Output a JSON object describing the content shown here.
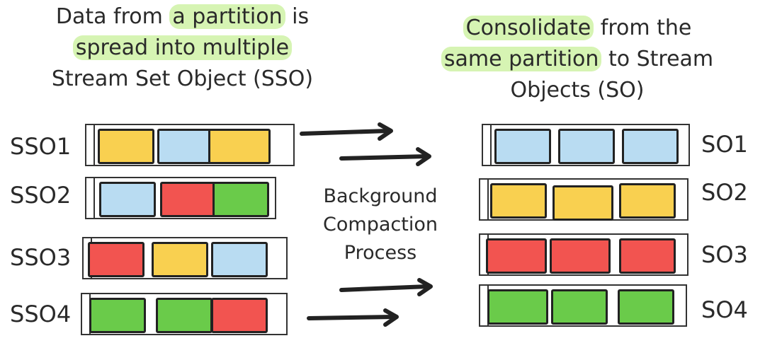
{
  "left_caption": {
    "line1_prefix": "Data from ",
    "line1_highlight": "a partition",
    "line1_suffix": " is",
    "line2_highlight": "spread into multiple",
    "line3": "Stream Set Object (SSO)"
  },
  "right_caption": {
    "line1_highlight": "Consolidate",
    "line1_suffix": " from the",
    "line2_highlight": "same partition",
    "line2_suffix": " to Stream",
    "line3": "Objects (SO)"
  },
  "middle_label": {
    "line1": "Background",
    "line2": "Compaction",
    "line3": "Process"
  },
  "colors": {
    "yellow": "#f9d050",
    "blue": "#b9dcf2",
    "red": "#f25450",
    "green": "#6acb4a",
    "highlight": "#d6f4b3"
  },
  "left_rows": [
    {
      "label": "SSO1",
      "blocks": [
        "yellow",
        "blue",
        "yellow"
      ]
    },
    {
      "label": "SSO2",
      "blocks": [
        "blue",
        "red",
        "green"
      ]
    },
    {
      "label": "SSO3",
      "blocks": [
        "red",
        "yellow",
        "blue"
      ]
    },
    {
      "label": "SSO4",
      "blocks": [
        "green",
        "green",
        "red"
      ]
    }
  ],
  "right_rows": [
    {
      "label": "SO1",
      "blocks": [
        "blue",
        "blue",
        "blue"
      ]
    },
    {
      "label": "SO2",
      "blocks": [
        "yellow",
        "yellow",
        "yellow"
      ]
    },
    {
      "label": "SO3",
      "blocks": [
        "red",
        "red",
        "red"
      ]
    },
    {
      "label": "SO4",
      "blocks": [
        "green",
        "green",
        "green"
      ]
    }
  ]
}
